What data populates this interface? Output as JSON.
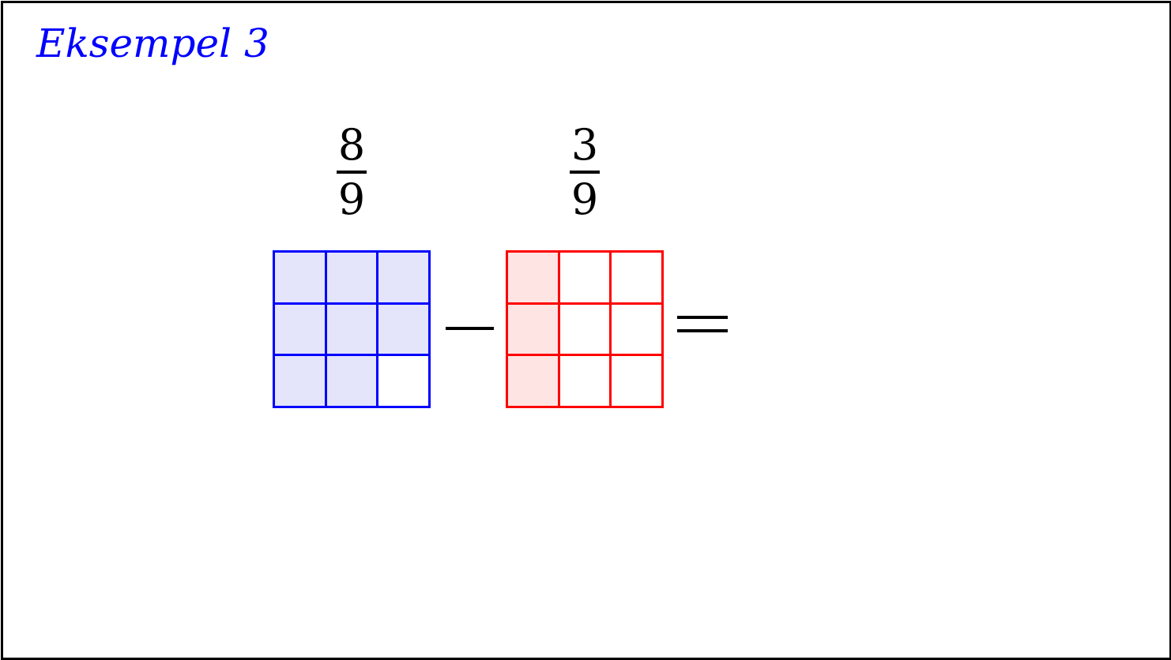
{
  "title": "Eksempel 3",
  "left_fraction": {
    "numerator": "8",
    "denominator": "9"
  },
  "right_fraction": {
    "numerator": "3",
    "denominator": "9"
  },
  "left_grid": {
    "rows": 3,
    "cols": 3,
    "filled": [
      true,
      true,
      true,
      true,
      true,
      true,
      true,
      true,
      false
    ],
    "color": "#0000ff",
    "fill_color": "#e4e4fb"
  },
  "right_grid": {
    "rows": 3,
    "cols": 3,
    "filled": [
      true,
      false,
      false,
      true,
      false,
      false,
      true,
      false,
      false
    ],
    "color": "#ff0000",
    "fill_color": "#ffe4e4"
  },
  "operator": "minus",
  "result_sign": "equals"
}
